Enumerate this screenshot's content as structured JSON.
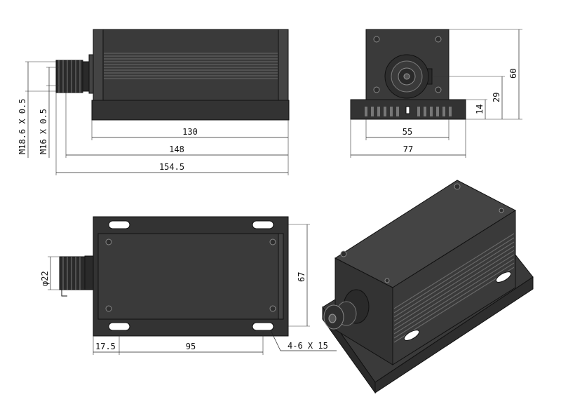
{
  "drawing": {
    "side_view": {
      "dims": {
        "d130": "130",
        "d148": "148",
        "d154": "154.5",
        "thread1": "M18.6 X 0.5",
        "thread2": "M16 X 0.5"
      }
    },
    "front_view": {
      "dims": {
        "d60": "60",
        "d29": "29",
        "d14": "14",
        "d55": "55",
        "d77": "77"
      }
    },
    "top_view": {
      "dims": {
        "d67": "67",
        "d22": "φ22",
        "d17": "17.5",
        "d95": "95",
        "holes": "4-6 X 15"
      }
    }
  }
}
